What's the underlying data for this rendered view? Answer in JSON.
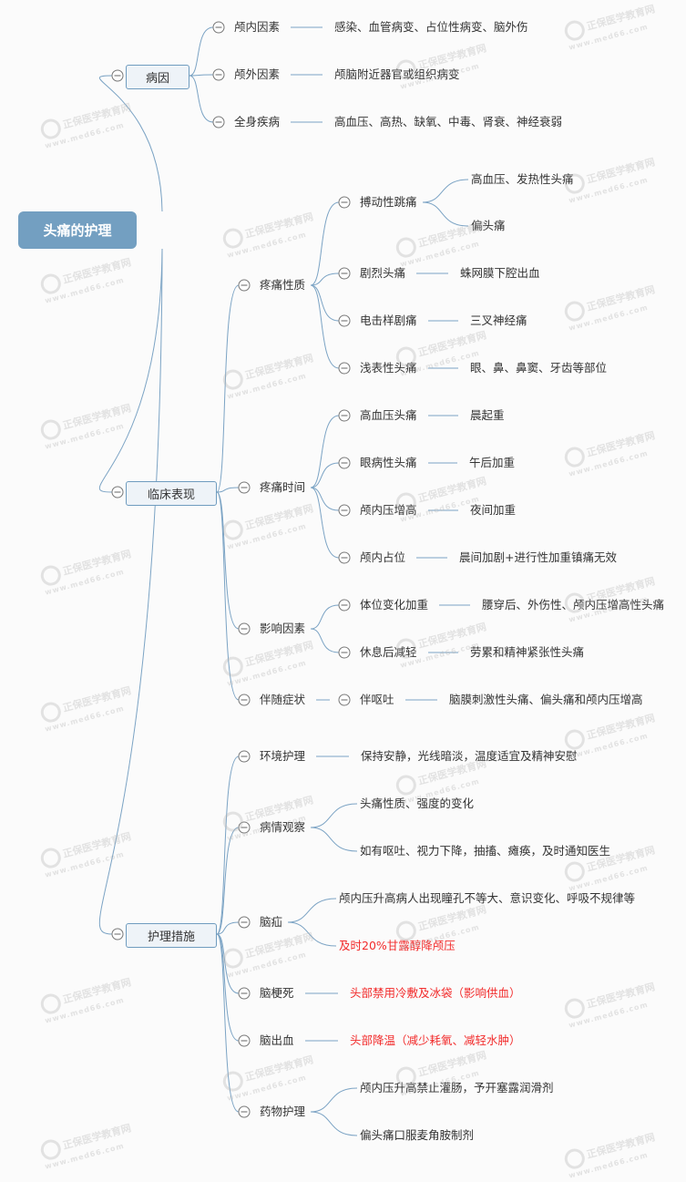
{
  "root": "头痛的护理",
  "watermark": {
    "name": "正保医学教育网",
    "url": "www.med66.com"
  },
  "branches": {
    "cause": {
      "label": "病因",
      "items": [
        {
          "label": "颅内因素",
          "detail": "感染、血管病变、占位性病变、脑外伤"
        },
        {
          "label": "颅外因素",
          "detail": "颅脑附近器官或组织病变"
        },
        {
          "label": "全身疾病",
          "detail": "高血压、高热、缺氧、中毒、肾衰、神经衰弱"
        }
      ]
    },
    "clinical": {
      "label": "临床表现",
      "pain_nature": {
        "label": "疼痛性质",
        "items": [
          {
            "label": "搏动性跳痛",
            "details": [
              "高血压、发热性头痛",
              "偏头痛"
            ]
          },
          {
            "label": "剧烈头痛",
            "detail": "蛛网膜下腔出血"
          },
          {
            "label": "电击样剧痛",
            "detail": "三叉神经痛"
          },
          {
            "label": "浅表性头痛",
            "detail": "眼、鼻、鼻窦、牙齿等部位"
          }
        ]
      },
      "pain_time": {
        "label": "疼痛时间",
        "items": [
          {
            "label": "高血压头痛",
            "detail": "晨起重"
          },
          {
            "label": "眼病性头痛",
            "detail": "午后加重"
          },
          {
            "label": "颅内压增高",
            "detail": "夜间加重"
          },
          {
            "label": "颅内占位",
            "detail": "晨间加剧+进行性加重镇痛无效"
          }
        ]
      },
      "factors": {
        "label": "影响因素",
        "items": [
          {
            "label": "体位变化加重",
            "detail": "腰穿后、外伤性、颅内压增高性头痛"
          },
          {
            "label": "休息后减轻",
            "detail": "劳累和精神紧张性头痛"
          }
        ]
      },
      "symptoms": {
        "label": "伴随症状",
        "items": [
          {
            "label": "伴呕吐",
            "detail": "脑膜刺激性头痛、偏头痛和颅内压增高"
          }
        ]
      }
    },
    "nursing": {
      "label": "护理措施",
      "items": [
        {
          "label": "环境护理",
          "details": [
            "保持安静，光线暗淡，温度适宜及精神安慰"
          ]
        },
        {
          "label": "病情观察",
          "details": [
            "头痛性质、强度的变化",
            "如有呕吐、视力下降，抽搐、瘫痪，及时通知医生"
          ]
        },
        {
          "label": "脑疝",
          "details": [
            "颅内压升高病人出现瞳孔不等大、意识变化、呼吸不规律等",
            "及时20%甘露醇降颅压"
          ]
        },
        {
          "label": "脑梗死",
          "details": [
            "头部禁用冷敷及冰袋（影响供血）"
          ]
        },
        {
          "label": "脑出血",
          "details": [
            "头部降温（减少耗氧、减轻水肿）"
          ]
        },
        {
          "label": "药物护理",
          "details": [
            "颅内压升高禁止灌肠，予开塞露润滑剂",
            "偏头痛口服麦角胺制剂"
          ]
        }
      ]
    }
  },
  "colors": {
    "line": "#7ba3c4",
    "root": "#739fc1",
    "highlight": "#f22b2b"
  }
}
